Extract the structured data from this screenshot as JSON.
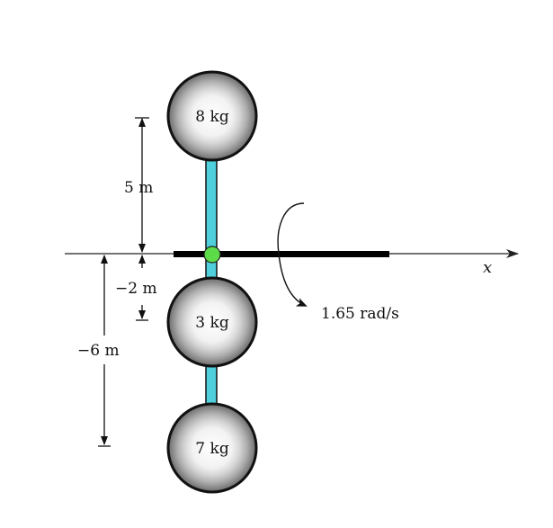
{
  "axis": {
    "label": "x"
  },
  "masses": [
    {
      "label": "8 kg",
      "position_m": 5
    },
    {
      "label": "3 kg",
      "position_m": -2
    },
    {
      "label": "7 kg",
      "position_m": -6
    }
  ],
  "dimensions": {
    "upper": "5 m",
    "middle": "−2 m",
    "lower": "−6 m"
  },
  "rotation": {
    "label": "1.65 rad/s"
  },
  "colors": {
    "rod": "#4fd0dc",
    "pivot": "#5ddc4a",
    "bar": "#000000"
  }
}
